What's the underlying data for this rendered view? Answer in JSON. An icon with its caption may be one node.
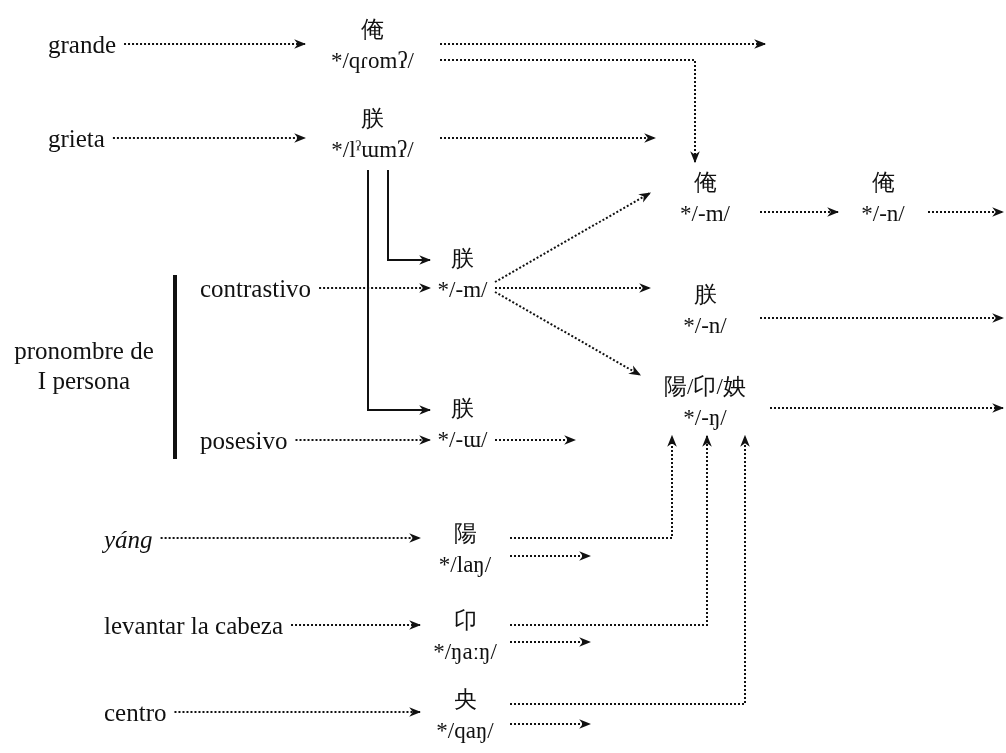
{
  "diagram": {
    "nodes": [
      {
        "text": [
          "grande"
        ]
      },
      {
        "text": [
          "俺",
          "*/qɾomʔ/"
        ]
      },
      {
        "text": [
          "grieta"
        ]
      },
      {
        "text": [
          "朕",
          "*/lˀɯmʔ/"
        ]
      },
      {
        "text": [
          "朕",
          "*/-m/"
        ]
      },
      {
        "text": [
          "contrastivo"
        ]
      },
      {
        "text": [
          "pronombre de I persona"
        ]
      },
      {
        "text": [
          "朕",
          "*/-ɯ/"
        ]
      },
      {
        "text": [
          "posesivo"
        ]
      },
      {
        "text": [
          "俺",
          "*/-m/"
        ]
      },
      {
        "text": [
          "俺",
          "*/-n/"
        ]
      },
      {
        "text": [
          "朕",
          "*/-n/"
        ]
      },
      {
        "text": [
          "陽/卬/姎",
          "*/-ŋ/"
        ]
      },
      {
        "text": [
          "yáng"
        ]
      },
      {
        "text": [
          "陽",
          "*/laŋ/"
        ]
      },
      {
        "text": [
          "levantar la cabeza"
        ]
      },
      {
        "text": [
          "卬",
          "*/ŋaːŋ/"
        ]
      },
      {
        "text": [
          "centro"
        ]
      },
      {
        "text": [
          "央",
          "*/qaŋ/"
        ]
      }
    ],
    "edges": [
      {
        "from": 0,
        "to": 1,
        "arrow": "to",
        "style": "dashed"
      },
      {
        "from": 1,
        "to": null,
        "arrow": "to",
        "style": "dashed"
      },
      {
        "from": 1,
        "to": 9,
        "arrow": "to",
        "style": "dashed"
      },
      {
        "from": 2,
        "to": 3,
        "arrow": "to",
        "style": "dashed"
      },
      {
        "from": 3,
        "to": null,
        "arrow": "to",
        "style": "dashed"
      },
      {
        "from": 3,
        "to": 4,
        "arrow": "to"
      },
      {
        "from": 3,
        "to": 7,
        "arrow": "to"
      },
      {
        "from": 5,
        "to": 4,
        "arrow": "to",
        "style": "dashed"
      },
      {
        "from": 4,
        "to": 9,
        "arrow": "to",
        "style": "dashed"
      },
      {
        "from": 4,
        "to": 11,
        "arrow": "to",
        "style": "dashed"
      },
      {
        "from": 4,
        "to": 12,
        "arrow": "to",
        "style": "dashed"
      },
      {
        "from": 8,
        "to": 7,
        "arrow": "to",
        "style": "dashed"
      },
      {
        "from": 7,
        "to": null,
        "arrow": "to",
        "style": "dashed"
      },
      {
        "from": 9,
        "to": 10,
        "arrow": "to",
        "style": "dashed"
      },
      {
        "from": 10,
        "to": null,
        "arrow": "to",
        "style": "dashed"
      },
      {
        "from": 11,
        "to": null,
        "arrow": "to",
        "style": "dashed"
      },
      {
        "from": 12,
        "to": null,
        "arrow": "to",
        "style": "dashed"
      },
      {
        "from": 13,
        "to": 14,
        "arrow": "to",
        "style": "dashed"
      },
      {
        "from": 14,
        "to": 12,
        "arrow": "to",
        "style": "dashed"
      },
      {
        "from": 14,
        "to": null,
        "arrow": "to",
        "style": "dashed"
      },
      {
        "from": 15,
        "to": 16,
        "arrow": "to",
        "style": "dashed"
      },
      {
        "from": 16,
        "to": 12,
        "arrow": "to",
        "style": "dashed"
      },
      {
        "from": 16,
        "to": null,
        "arrow": "to",
        "style": "dashed"
      },
      {
        "from": 17,
        "to": 18,
        "arrow": "to",
        "style": "dashed"
      },
      {
        "from": 18,
        "to": 12,
        "arrow": "to",
        "style": "dashed"
      },
      {
        "from": 18,
        "to": null,
        "arrow": "to",
        "style": "dashed"
      }
    ]
  }
}
